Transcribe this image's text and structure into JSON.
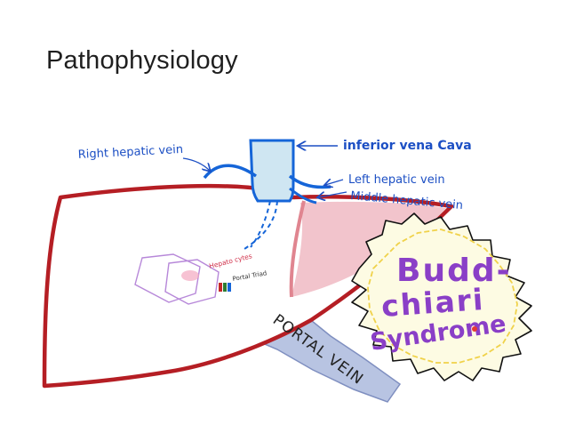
{
  "slide": {
    "title": "Pathophysiology"
  },
  "labels": {
    "ivc": "inferior vena Cava",
    "right_hepatic_vein": "Right hepatic vein",
    "left_hepatic_vein": "Left hepatic vein",
    "middle_hepatic_vein": "Middle hepatic vein",
    "hepatocytes": "Hepato cytes",
    "portal_triad": "Portal Triad",
    "portal_vein": "PORTAL VEIN"
  },
  "burst": {
    "line1": "Budd-",
    "line2": "chiari",
    "line3": "Syndrome"
  },
  "colors": {
    "liver_outline": "#b51e24",
    "hepatic_veins": "#1565d8",
    "label_blue": "#1c4fc4",
    "ivc_fill": "#cfe6f2",
    "portal_fill": "#b8c4e2",
    "left_lobe_fill": "#f2c4cc",
    "burst_fill": "#fdfbe3",
    "burst_text": "#8a3fc7",
    "gallbladder": "#1e6b2d"
  }
}
